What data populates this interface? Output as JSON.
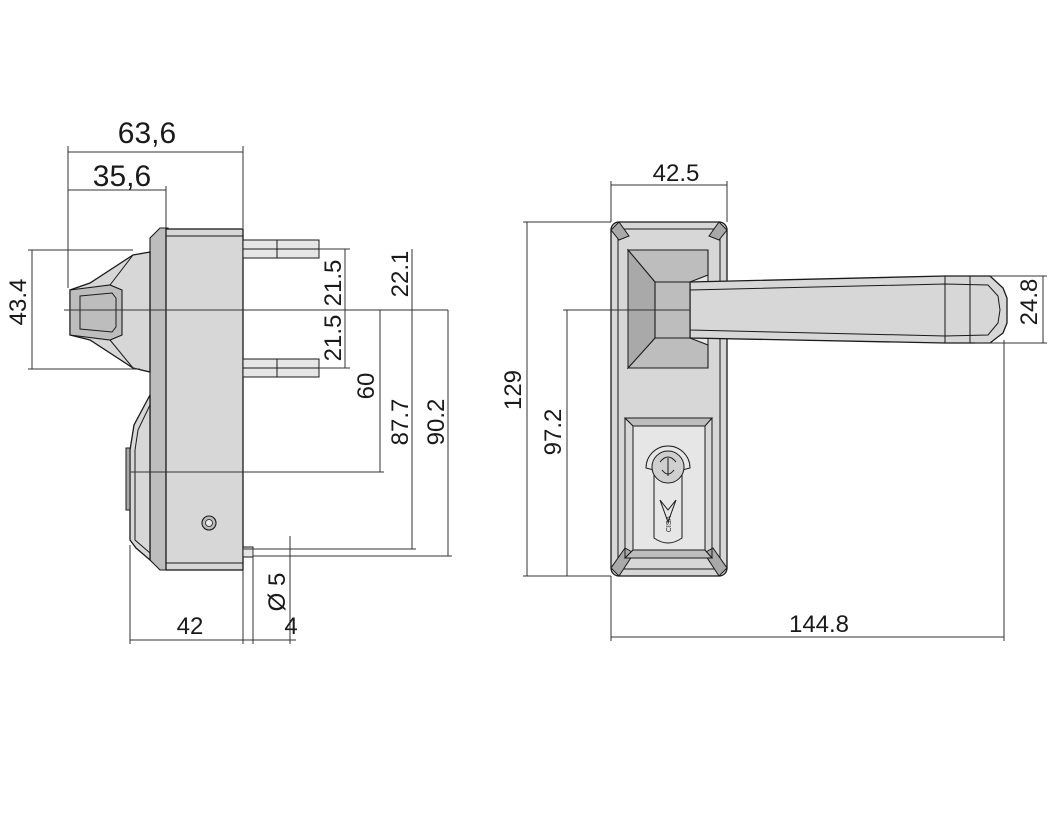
{
  "side_view": {
    "dims": {
      "width_total": "63,6",
      "width_knob": "35,6",
      "height_knob": "43.4",
      "pin_offset_top": "21.5",
      "pin_offset_bottom": "21.5",
      "top_to_axis": "22.1",
      "axis_to_recess": "60",
      "axis_to_screw": "87.7",
      "axis_to_bottom": "90.2",
      "base_depth": "42",
      "screw_diameter": "Ø 5",
      "screw_length": "4"
    }
  },
  "front_view": {
    "dims": {
      "plate_width": "42.5",
      "plate_height": "129",
      "axis_to_bottom": "97.2",
      "lever_height": "24.8",
      "total_length": "144.8"
    },
    "cylinder_brand": "CISA"
  }
}
